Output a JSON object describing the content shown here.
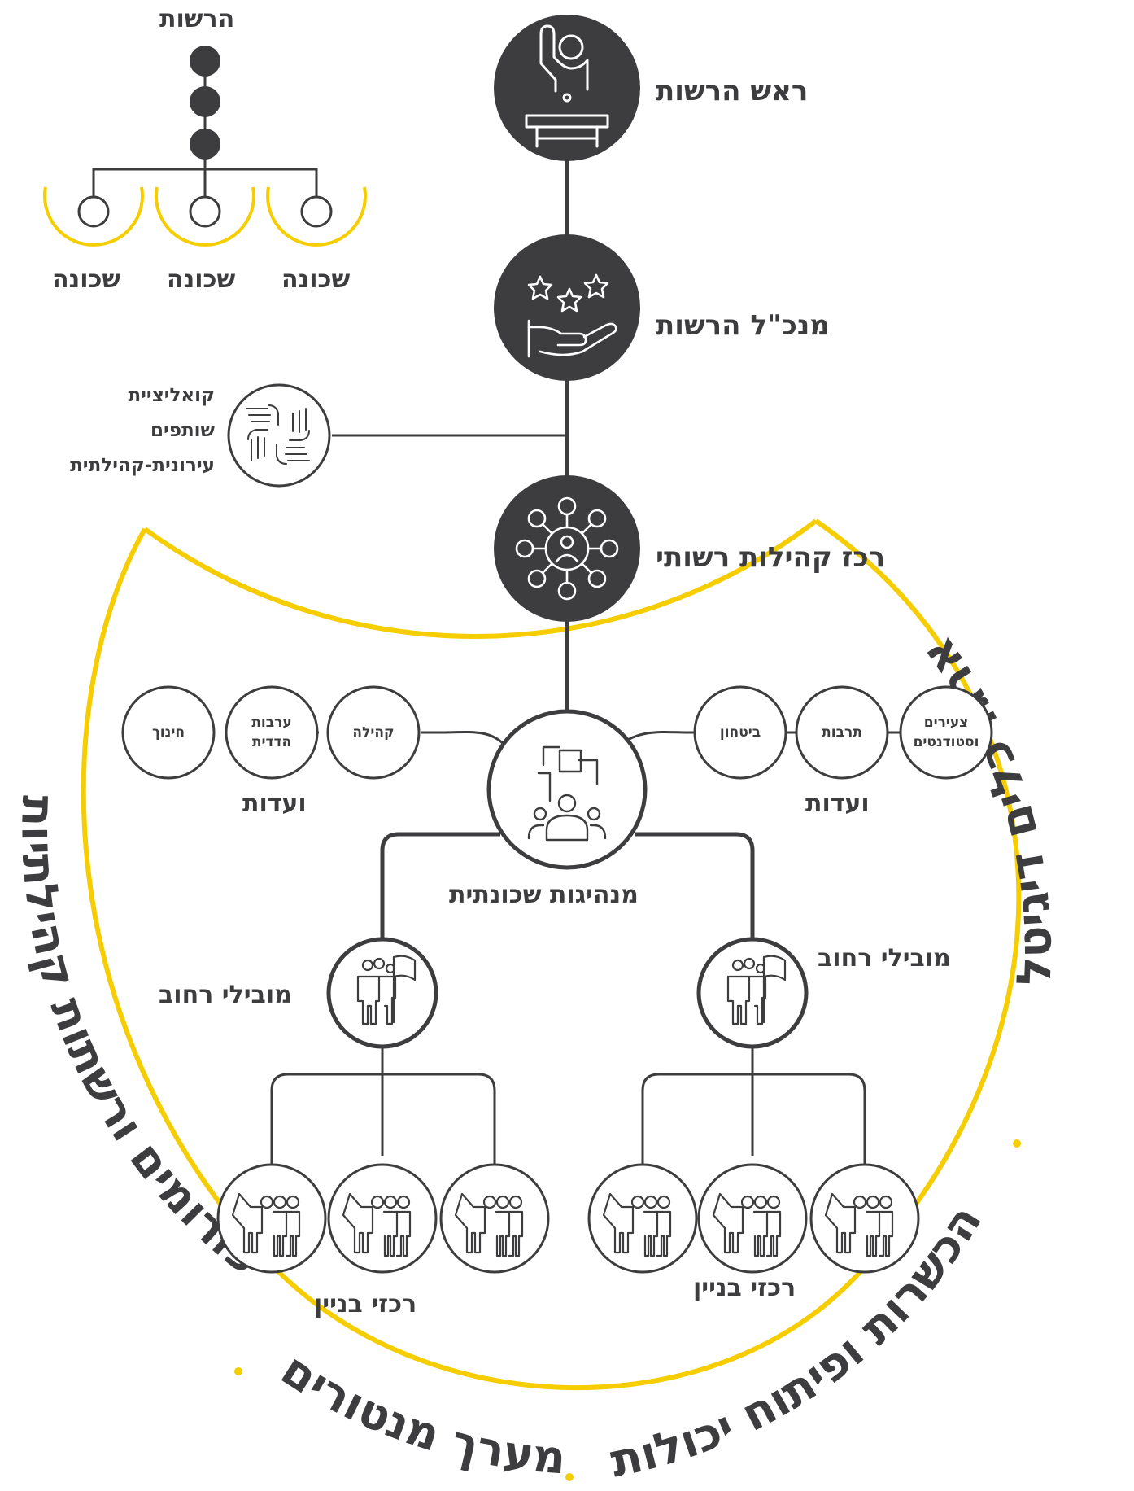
{
  "colors": {
    "accent": "#f5cd00",
    "dark": "#3d3d3f",
    "line": "#444446",
    "bg": "#ffffff"
  },
  "authority_mini": {
    "title": "הרשות",
    "neighborhoods": [
      "שכונה",
      "שכונה",
      "שכונה"
    ]
  },
  "chain": {
    "mayor": {
      "label": "ראש הרשות",
      "icon": "podium-speaker-icon"
    },
    "ceo": {
      "label": "מנכ\"ל הרשות",
      "icon": "stars-in-hand-icon"
    },
    "coalition": {
      "lines": [
        "קואליציית",
        "שותפים",
        "עירונית-קהילתית"
      ],
      "icon": "joined-hands-icon"
    },
    "community_center": {
      "label": "רכז קהילות רשותי",
      "icon": "community-network-icon"
    }
  },
  "committees_left": {
    "label": "ועדות",
    "items": [
      "קהילה",
      "ערבות\nהדדית",
      "חינוך"
    ]
  },
  "committees_right": {
    "label": "ועדות",
    "items": [
      "ביטחון",
      "תרבות",
      "צעירים\nוסטודנטים"
    ]
  },
  "leadership": {
    "label": "מנהיגות שכונתית",
    "icon": "team-meeting-icon"
  },
  "street_leaders": [
    {
      "label": "מובילי רחוב",
      "icon": "group-with-flag-icon"
    },
    {
      "label": "מובילי רחוב",
      "icon": "group-with-flag-icon"
    }
  ],
  "building_coordinators": [
    {
      "label": "רכזי בניין",
      "icon": "people-group-icon"
    },
    {
      "label": "רכזי בניין",
      "icon": "people-group-icon"
    }
  ],
  "arc_texts": {
    "right_upper": "ארגז כלים דיגיטלי",
    "right_lower": "הכשרות ופיתוח יכולות",
    "bottom": "מערך מנטורים",
    "left": "פורומים ורשתות קהילתיות"
  }
}
